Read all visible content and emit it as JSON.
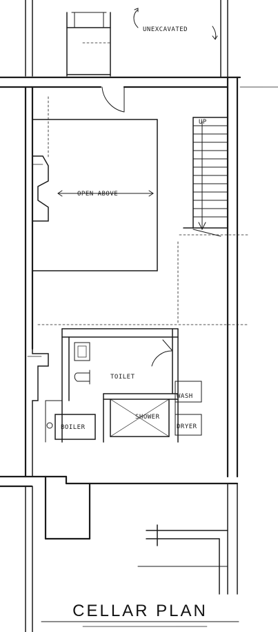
{
  "labels": {
    "unexcavated": "UNEXCAVATED",
    "up": "UP",
    "open_above": "OPEN ABOVE",
    "toilet": "TOILET",
    "wash": "WASH",
    "shower": "SHOWER",
    "dryer": "DRYER",
    "boiler": "BOILER"
  },
  "title": "CELLAR PLAN"
}
